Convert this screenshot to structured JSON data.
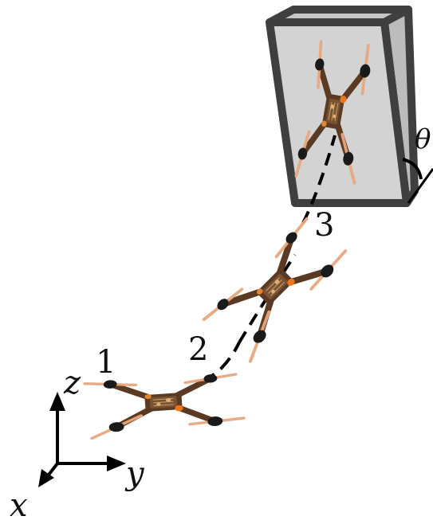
{
  "labels": {
    "waypoint_1": "1",
    "waypoint_2": "2",
    "waypoint_3": "3",
    "angle": "θ",
    "axis_x": "x",
    "axis_y": "y",
    "axis_z": "z"
  },
  "colors": {
    "drone_body": "#5a3a22",
    "drone_dark": "#3a2616",
    "propeller": "#e8a77e",
    "motor": "#1a1a1a",
    "light": "#ff7a1a",
    "box_fill": "#d3d3d3",
    "box_edge": "#3f3f3f",
    "path": "#000000"
  },
  "icons": [
    "quadrotor-drone-icon",
    "axis-arrow-icon"
  ]
}
